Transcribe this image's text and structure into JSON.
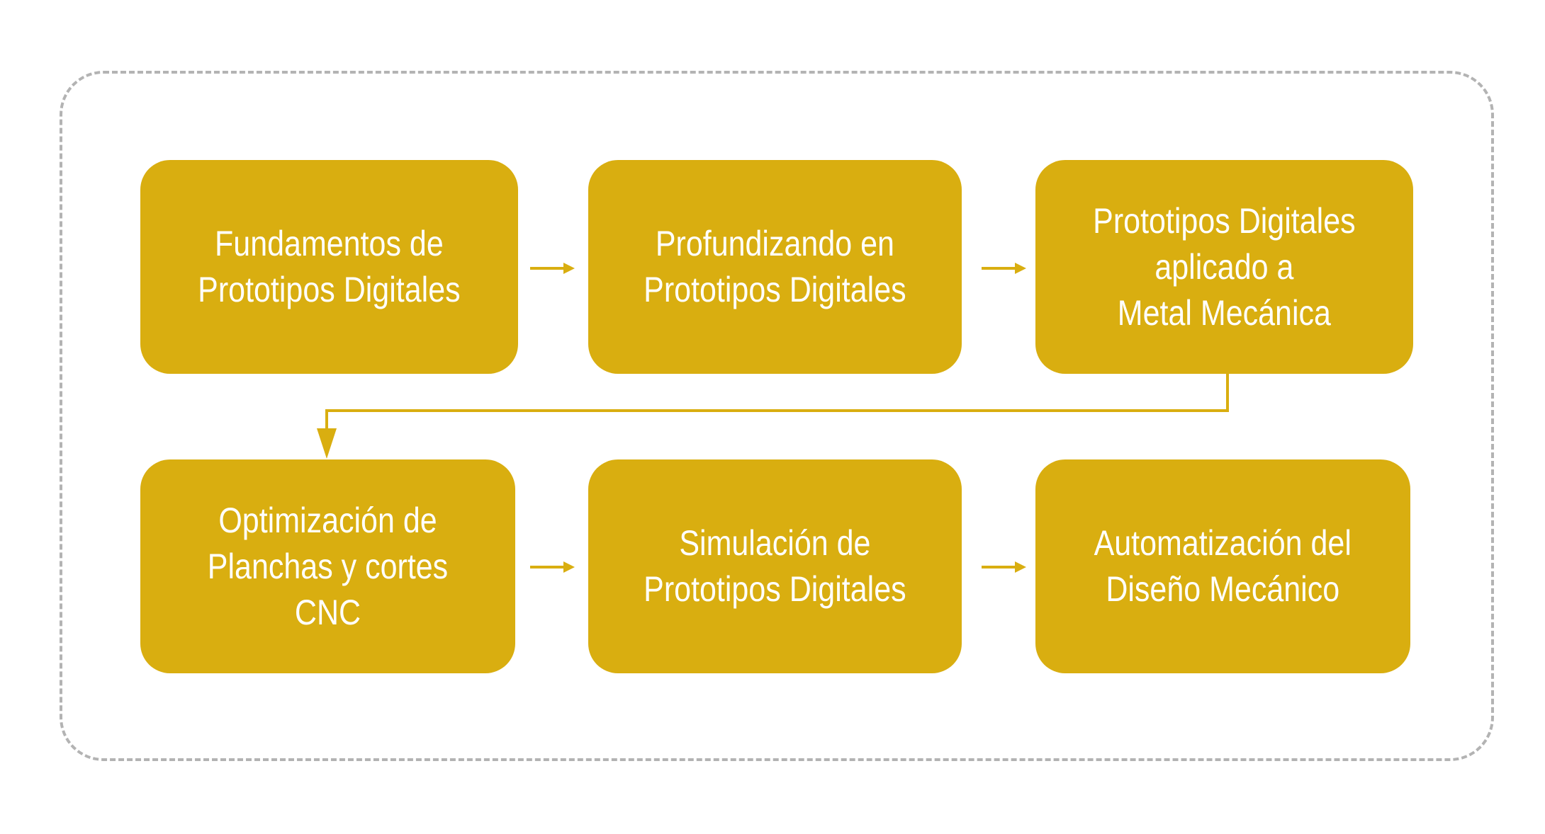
{
  "diagram": {
    "nodes": [
      {
        "id": "n1",
        "label": "Fundamentos de\nPrototipos Digitales"
      },
      {
        "id": "n2",
        "label": "Profundizando en\nPrototipos Digitales"
      },
      {
        "id": "n3",
        "label": "Prototipos Digitales\naplicado a\nMetal Mecánica"
      },
      {
        "id": "n4",
        "label": "Optimización de\nPlanchas y cortes CNC"
      },
      {
        "id": "n5",
        "label": "Simulación de\nPrototipos Digitales"
      },
      {
        "id": "n6",
        "label": "Automatización del\nDiseño Mecánico"
      }
    ],
    "edges": [
      {
        "from": "n1",
        "to": "n2"
      },
      {
        "from": "n2",
        "to": "n3"
      },
      {
        "from": "n3",
        "to": "n4"
      },
      {
        "from": "n4",
        "to": "n5"
      },
      {
        "from": "n5",
        "to": "n6"
      }
    ],
    "colors": {
      "node_fill": "#d9ae10",
      "node_text": "#ffffff",
      "connector": "#d9ae10",
      "frame_border": "#b3b3b3"
    }
  }
}
